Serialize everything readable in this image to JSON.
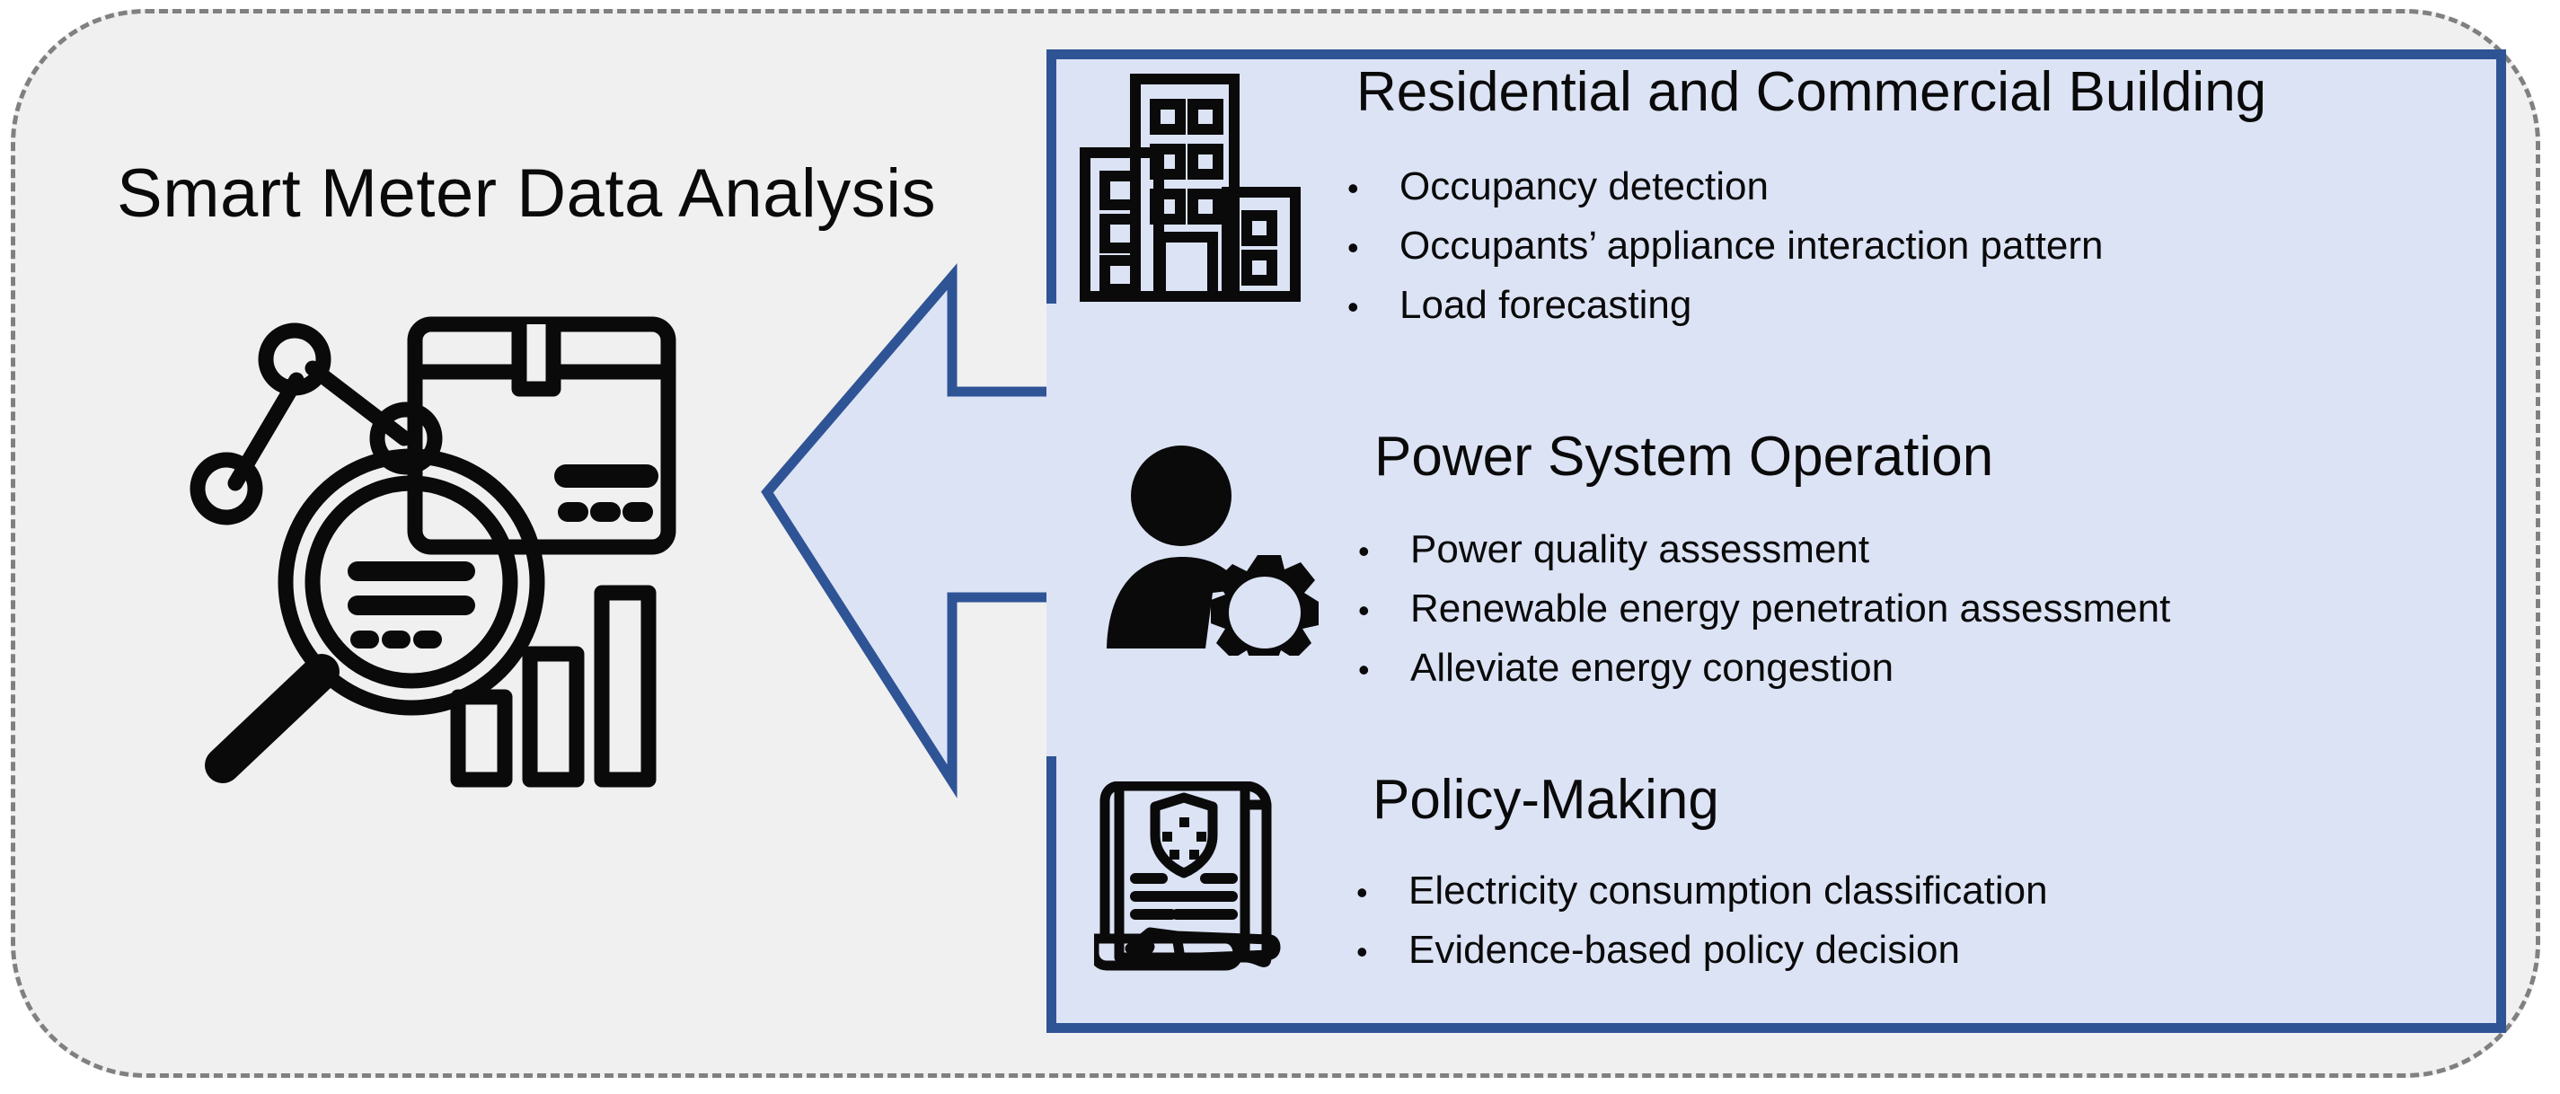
{
  "diagram": {
    "left": {
      "title": "Smart Meter Data Analysis",
      "icon_name": "data-analysis-icon"
    },
    "arrow": {
      "icon_name": "left-pointing-arrow",
      "direction": "left",
      "fill_color": "#dce3f5",
      "stroke_color": "#2f5496"
    },
    "panel": {
      "fill_color": "#dce3f5",
      "border_color": "#2f5496",
      "sections": [
        {
          "id": "building",
          "icon_name": "office-buildings-icon",
          "heading": "Residential and Commercial Building",
          "bullets": [
            "Occupancy detection",
            "Occupants’ appliance interaction pattern",
            "Load forecasting"
          ]
        },
        {
          "id": "power",
          "icon_name": "user-gear-icon",
          "heading": "Power System Operation",
          "bullets": [
            "Power quality assessment",
            "Renewable energy penetration assessment",
            "Alleviate energy congestion"
          ]
        },
        {
          "id": "policy",
          "icon_name": "policy-scroll-pen-icon",
          "heading": "Policy-Making",
          "bullets": [
            "Electricity consumption classification",
            "Evidence-based policy decision"
          ]
        }
      ]
    },
    "bullet_glyph": "•",
    "frame": {
      "fill_color": "#f0f0f0",
      "border_color": "#808080",
      "border_style": "dashed"
    }
  }
}
